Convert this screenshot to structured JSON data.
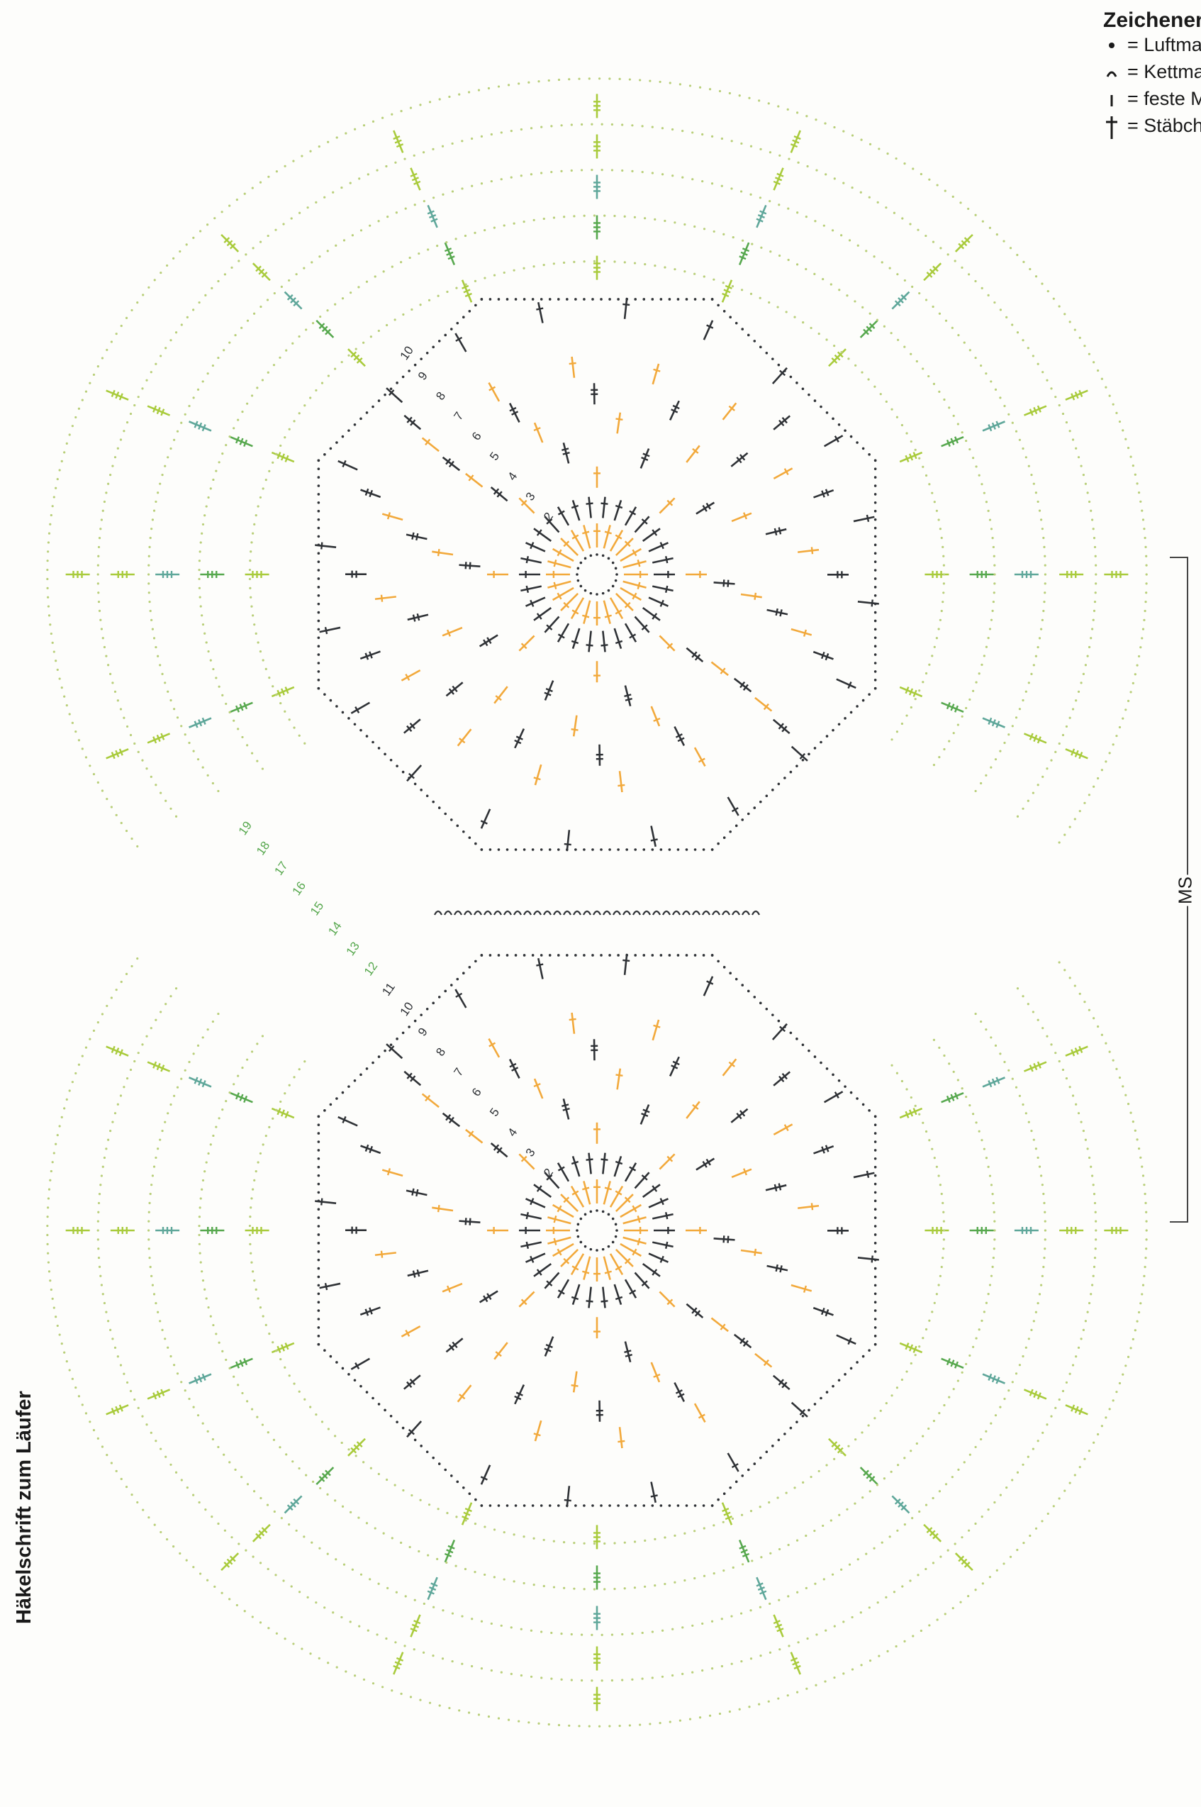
{
  "diagram_title": "Häkelschrift zum Läufer",
  "legend": {
    "title": "Zeichenerklärung",
    "items": [
      {
        "symbol": "chain-stitch-dot",
        "text": "= Luftmasche"
      },
      {
        "symbol": "slip-stitch-arc",
        "text": "= Kettmasche"
      },
      {
        "symbol": "single-crochet-bar",
        "text": "= feste Masche"
      },
      {
        "symbol": "double-crochet-cross",
        "text": "= Stäbchen"
      }
    ]
  },
  "repeat_label": "MS",
  "round_numbers_top": [
    "2",
    "3",
    "4",
    "5",
    "6",
    "7",
    "8",
    "9",
    "10"
  ],
  "round_numbers_bottom": [
    "2",
    "3",
    "4",
    "5",
    "6",
    "7",
    "8",
    "9",
    "10",
    "11",
    "12",
    "13",
    "14",
    "15",
    "16",
    "17",
    "18",
    "19"
  ],
  "colors": {
    "charcoal": "#2f3236",
    "orange": "#f2a93b",
    "lime": "#a9cb3c",
    "green": "#57a84e",
    "teal": "#5fa79a",
    "pale_dot": "#b9cf7a"
  }
}
